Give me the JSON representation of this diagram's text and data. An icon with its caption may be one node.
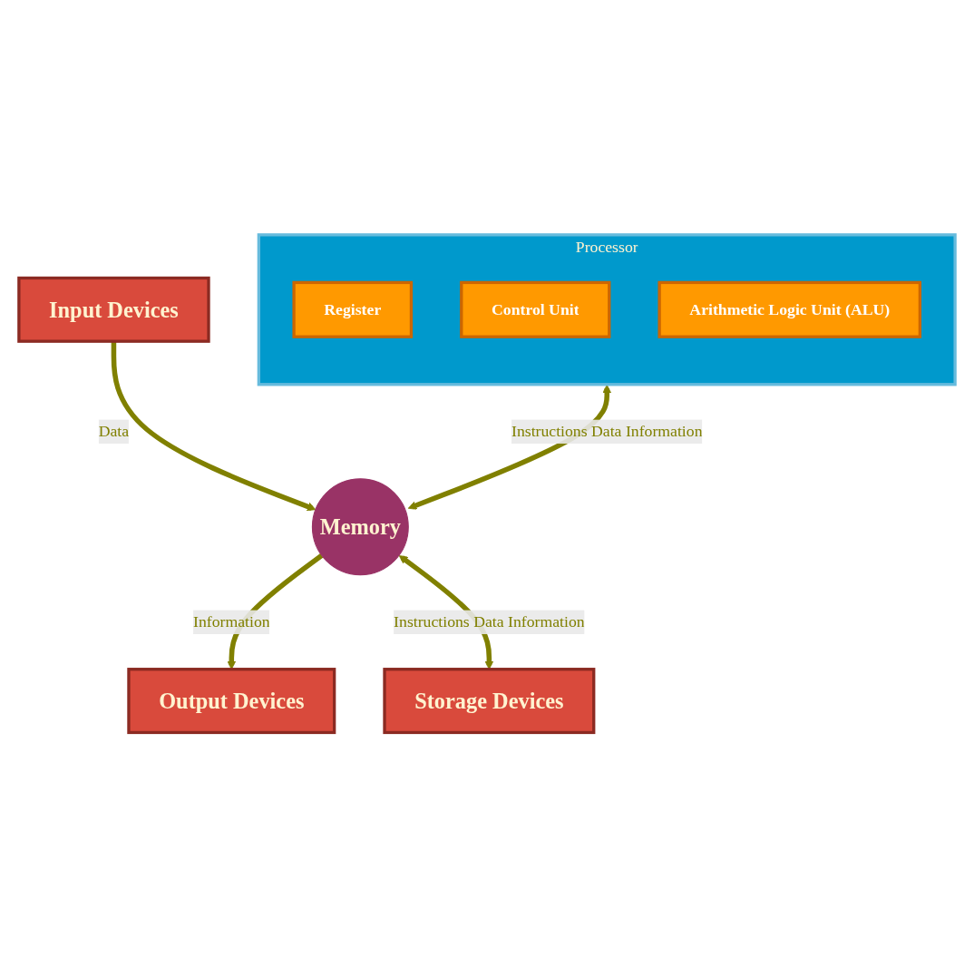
{
  "diagram": {
    "nodes": [
      {
        "text": [
          "Processor"
        ]
      },
      {
        "text": [
          "Register"
        ],
        "in": 0
      },
      {
        "text": [
          "Control Unit"
        ],
        "in": 0
      },
      {
        "text": [
          "Arithmetic Logic Unit (ALU)"
        ],
        "in": 0
      },
      {
        "text": [
          "Input Devices"
        ]
      },
      {
        "text": [
          "Memory"
        ]
      },
      {
        "text": [
          "Output Devices"
        ]
      },
      {
        "text": [
          "Storage Devices"
        ]
      }
    ],
    "edges": [
      {
        "from": 0,
        "to": 5,
        "arrow": "both",
        "label": "Instructions Data Information"
      },
      {
        "from": 4,
        "to": 5,
        "arrow": "to",
        "label": "Data"
      },
      {
        "from": 5,
        "to": 6,
        "arrow": "to",
        "label": "Information"
      },
      {
        "from": 5,
        "to": 7,
        "arrow": "both",
        "label": "Instructions Data Information"
      }
    ]
  }
}
